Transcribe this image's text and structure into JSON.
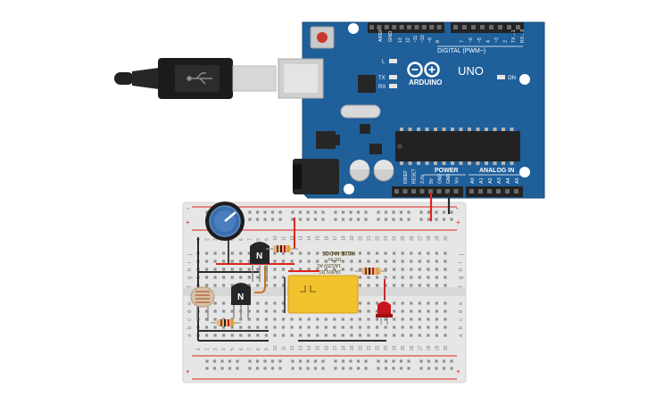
{
  "arduino": {
    "brand": "ARDUINO",
    "model": "UNO",
    "digital_label": "DIGITAL (PWM~)",
    "power_label": "POWER",
    "analog_label": "ANALOG IN",
    "led_l": "L",
    "led_tx": "TX",
    "led_rx": "RX",
    "led_on": "ON",
    "aref": "AREF",
    "gnd": "GND",
    "digital_pins": [
      "13",
      "12",
      "~11",
      "~10",
      "~9",
      "8",
      "7",
      "~6",
      "~5",
      "4",
      "~3",
      "2",
      "TX→1",
      "RX←0"
    ],
    "power_pins": [
      "IOREF",
      "RESET",
      "3.3V",
      "5V",
      "GND",
      "GND",
      "Vin"
    ],
    "analog_pins": [
      "A0",
      "A1",
      "A2",
      "A3",
      "A4",
      "A5"
    ]
  },
  "breadboard": {
    "row_letters_top": [
      "j",
      "i",
      "h",
      "g",
      "f"
    ],
    "row_letters_bottom": [
      "e",
      "d",
      "c",
      "b",
      "a"
    ],
    "columns": [
      "1",
      "2",
      "3",
      "4",
      "5",
      "6",
      "7",
      "8",
      "9",
      "10",
      "11",
      "12",
      "13",
      "14",
      "15",
      "16",
      "17",
      "18",
      "19",
      "20",
      "21",
      "22",
      "23",
      "24",
      "25",
      "26",
      "27",
      "28",
      "29",
      "30"
    ],
    "plus": "+",
    "minus": "-"
  },
  "transistor_q1": {
    "label": "N"
  },
  "transistor_q2": {
    "label": "N"
  },
  "relay": {
    "part": "KS2E-M-DC5",
    "line1": "DC 5V",
    "line2": "1A/125V AC",
    "line3": "2A/30V DC"
  },
  "colors": {
    "board": "#1f5f9a",
    "board_edge": "#174c7e",
    "wire_red": "#e0241b",
    "wire_black": "#2a2a2a",
    "wire_orange": "#c9761d",
    "relay": "#f2c12e",
    "led": "#c4161c"
  }
}
